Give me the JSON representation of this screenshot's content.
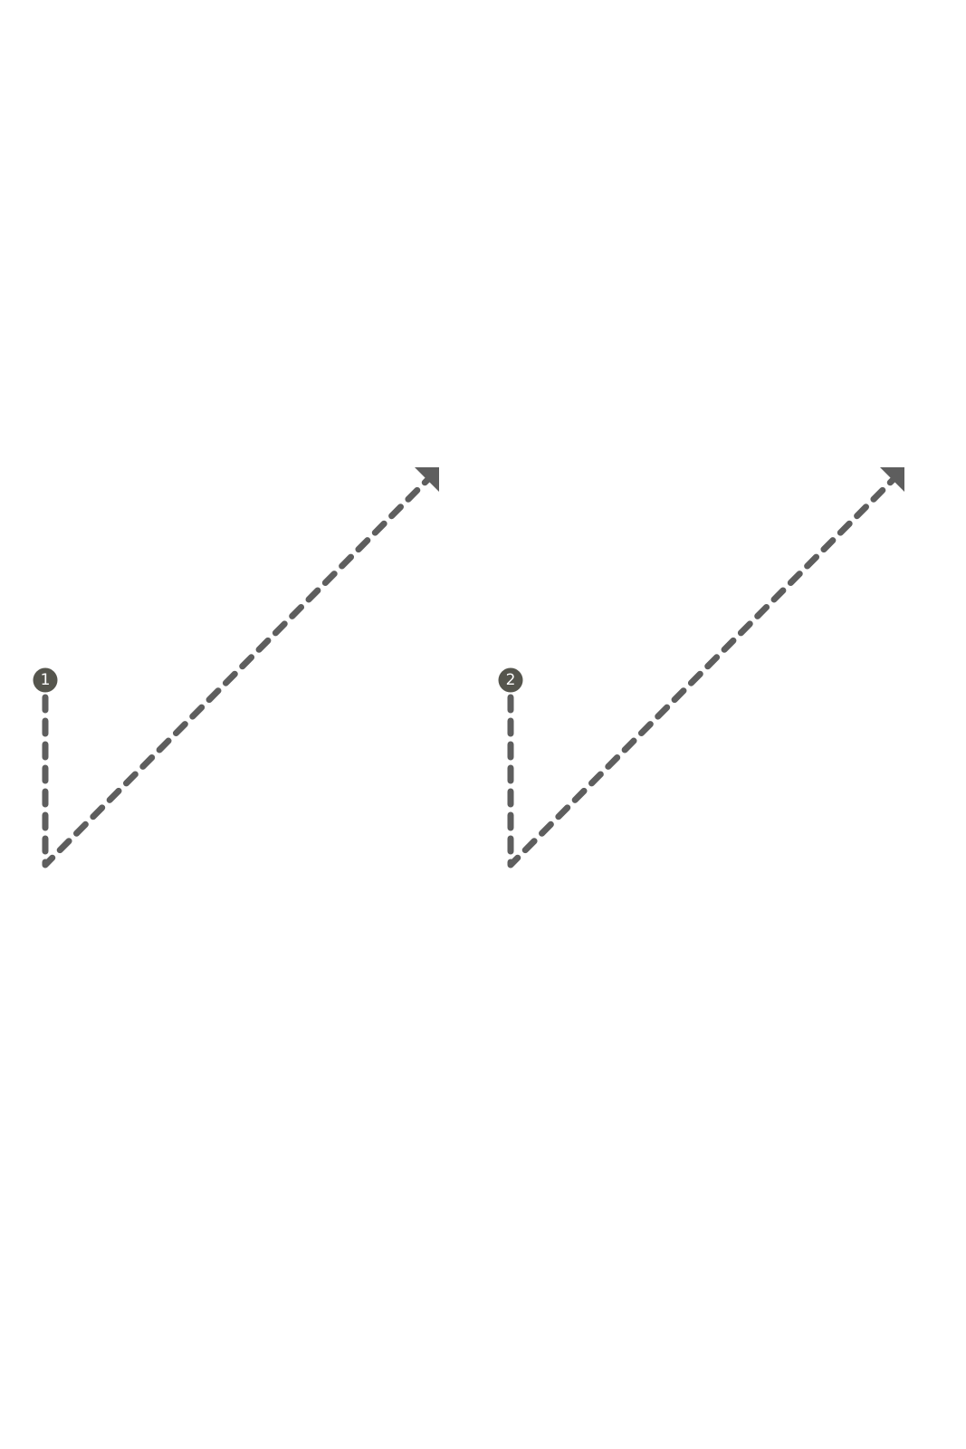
{
  "colors": {
    "stroke": "#5e5e5e",
    "badge_fill": "#55554d",
    "badge_text": "#ffffff",
    "background": "#ffffff"
  },
  "strokes": [
    {
      "number": "1",
      "icon": "dashed-checkmark-stroke-with-arrowhead"
    },
    {
      "number": "2",
      "icon": "dashed-checkmark-stroke-with-arrowhead"
    }
  ]
}
